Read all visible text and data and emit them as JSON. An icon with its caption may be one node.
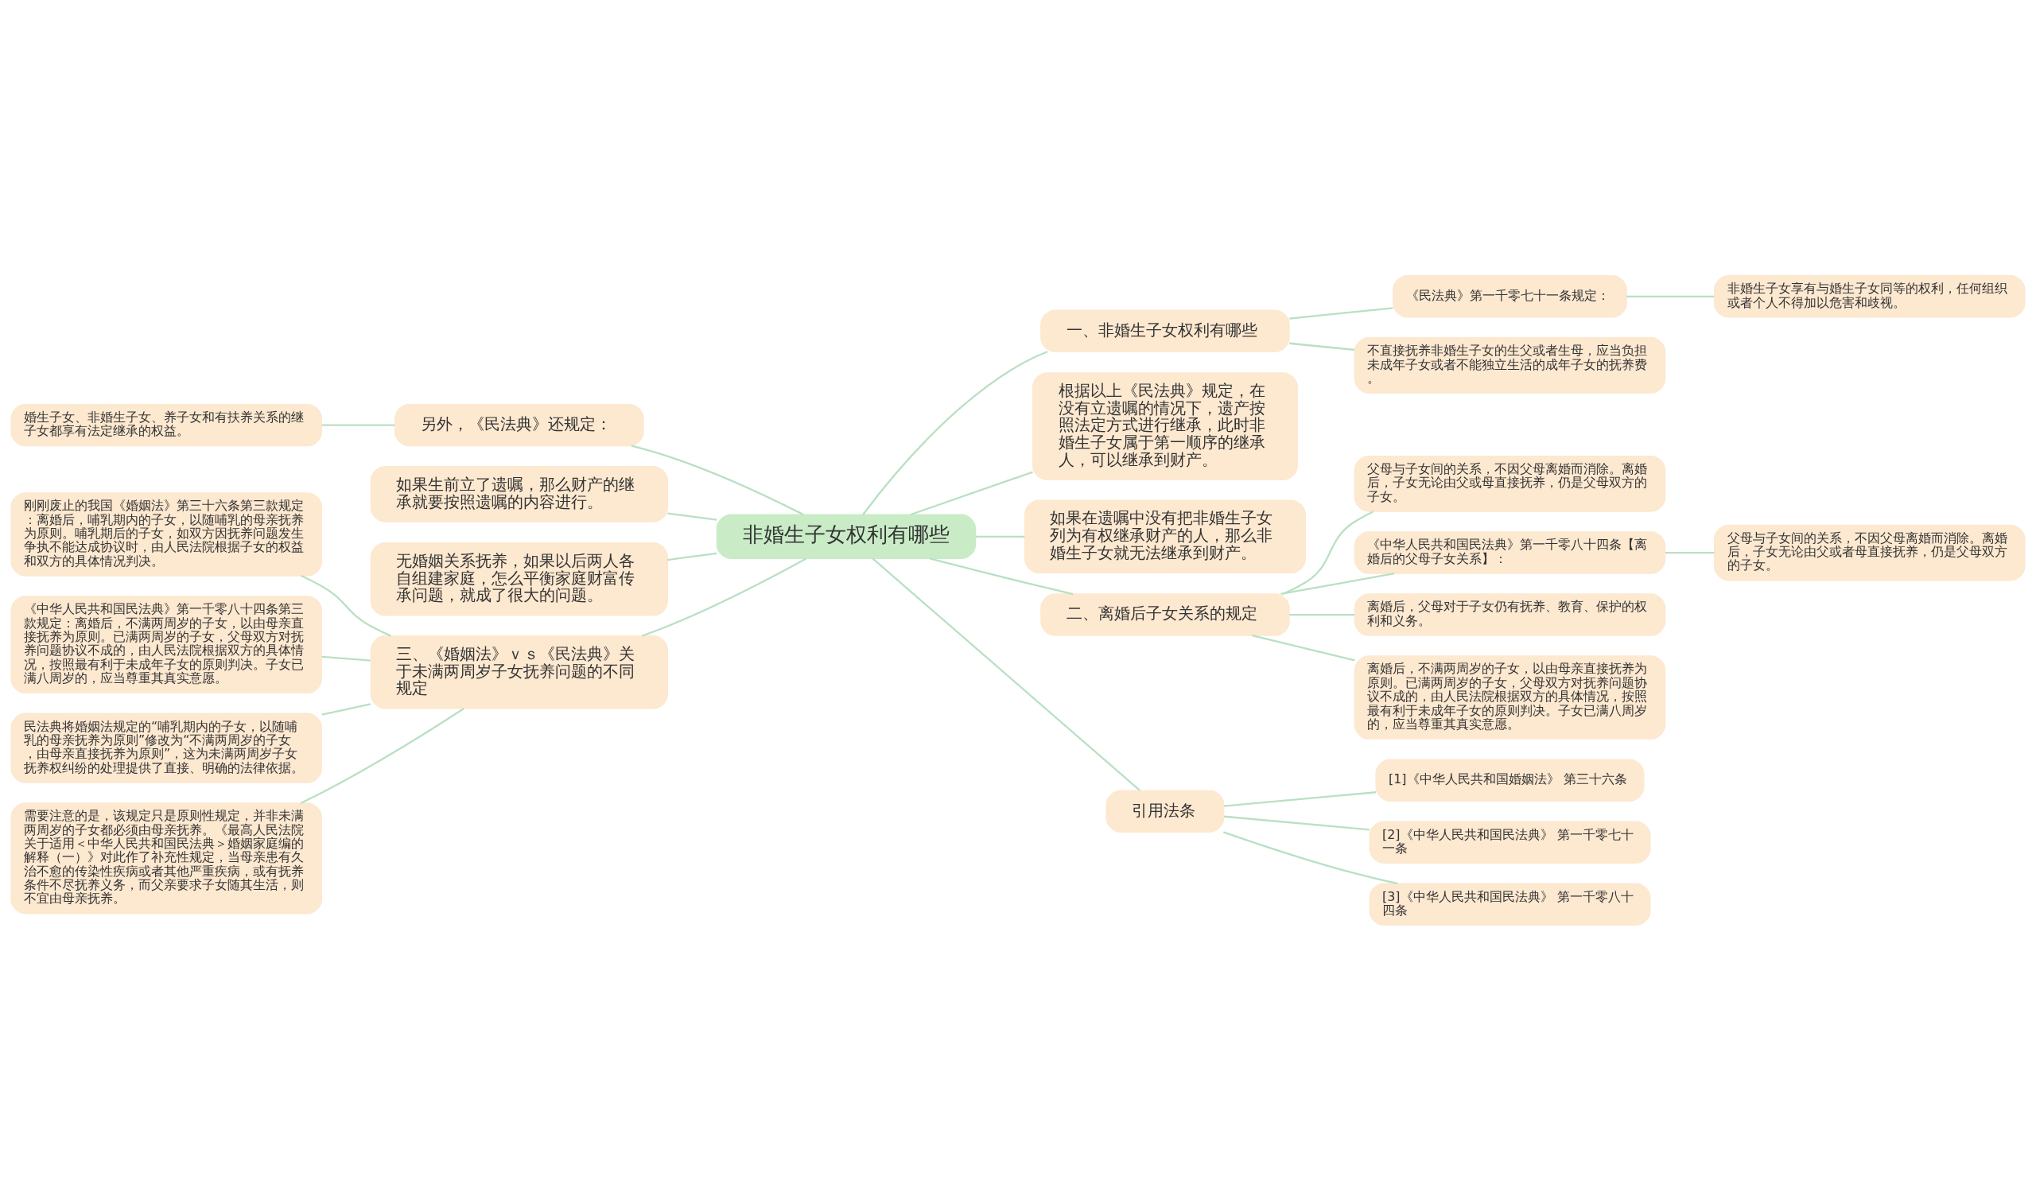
{
  "diagram": {
    "nodes": [
      {
        "text": [
          "非婚生子女权利有哪些"
        ]
      },
      {
        "text": [
          "一、非婚生子女权利有哪些"
        ]
      },
      {
        "text": [
          "《民法典》第一千零七十一条规定："
        ]
      },
      {
        "text": [
          "非婚生子女享有与婚生子女同等的权利，任何组织或者个人不得加以危害和歧视。"
        ]
      },
      {
        "text": [
          "不直接抚养非婚生子女的生父或者生母，应当负担未成年子女或者不能独立生活的成年子女的抚养费。"
        ]
      },
      {
        "text": [
          "根据以上《民法典》规定，在没有立遗嘱的情况下，遗产按照法定方式进行继承，此时非婚生子女属于第一顺序的继承人，可以继承到财产。"
        ]
      },
      {
        "text": [
          "如果在遗嘱中没有把非婚生子女列为有权继承财产的人，那么非婚生子女就无法继承到财产。"
        ]
      },
      {
        "text": [
          "二、离婚后子女关系的规定"
        ]
      },
      {
        "text": [
          "父母与子女间的关系，不因父母离婚而消除。离婚后，子女无论由父或母直接抚养，仍是父母双方的子女。"
        ]
      },
      {
        "text": [
          "《中华人民共和国民法典》第一千零八十四条【离婚后的父母子女关系】："
        ]
      },
      {
        "text": [
          "父母与子女间的关系，不因父母离婚而消除。离婚后，子女无论由父或者母直接抚养，仍是父母双方的子女。"
        ]
      },
      {
        "text": [
          "离婚后，父母对于子女仍有抚养、教育、保护的权利和义务。"
        ]
      },
      {
        "text": [
          "离婚后，不满两周岁的子女，以由母亲直接抚养为原则。已满两周岁的子女，父母双方对抚养问题协议不成的，由人民法院根据双方的具体情况，按照最有利于未成年子女的原则判决。子女已满八周岁的，应当尊重其真实意愿。"
        ]
      },
      {
        "text": [
          "引用法条"
        ]
      },
      {
        "text": [
          "[1]《中华人民共和国婚姻法》 第三十六条"
        ]
      },
      {
        "text": [
          "[2]《中华人民共和国民法典》 第一千零七十一条"
        ]
      },
      {
        "text": [
          "[3]《中华人民共和国民法典》 第一千零八十四条"
        ]
      },
      {
        "text": [
          "另外，《民法典》还规定："
        ]
      },
      {
        "text": [
          "婚生子女、非婚生子女、养子女和有扶养关系的继子女都享有法定继承的权益。"
        ]
      },
      {
        "text": [
          "如果生前立了遗嘱，那么财产的继承就要按照遗嘱的内容进行。"
        ]
      },
      {
        "text": [
          "无婚姻关系抚养，如果以后两人各自组建家庭，怎么平衡家庭财富传承问题，就成了很大的问题。"
        ]
      },
      {
        "text": [
          "三、《婚姻法》ｖｓ《民法典》关于未满两周岁子女抚养问题的不同规定"
        ]
      },
      {
        "text": [
          "刚刚废止的我国《婚姻法》第三十六条第三款规定：离婚后，哺乳期内的子女，以随哺乳的母亲抚养为原则。哺乳期后的子女，如双方因抚养问题发生争执不能达成协议时，由人民法院根据子女的权益和双方的具体情况判决。"
        ]
      },
      {
        "text": [
          "《中华人民共和国民法典》第一千零八十四条第三款规定：离婚后，不满两周岁的子女，以由母亲直接抚养为原则。已满两周岁的子女，父母双方对抚养问题协议不成的，由人民法院根据双方的具体情况，按照最有利于未成年子女的原则判决。子女已满八周岁的，应当尊重其真实意愿。"
        ]
      },
      {
        "text": [
          "民法典将婚姻法规定的“哺乳期内的子女，以随哺乳的母亲抚养为原则”修改为“不满两周岁的子女，由母亲直接抚养为原则”，这为未满两周岁子女抚养权纠纷的处理提供了直接、明确的法律依据。"
        ]
      },
      {
        "text": [
          "需要注意的是，该规定只是原则性规定，并非未满两周岁的子女都必须由母亲抚养。《最高人民法院关于适用＜中华人民共和国民法典＞婚姻家庭编的解释（一）》对此作了补充性规定，当母亲患有久治不愈的传染性疾病或者其他严重疾病，或有抚养条件不尽抚养义务，而父亲要求子女随其生活，则不宜由母亲抚养。"
        ]
      }
    ],
    "edges": [
      {
        "from": 0,
        "to": 1,
        "arrow": "none"
      },
      {
        "from": 1,
        "to": 2,
        "arrow": "none"
      },
      {
        "from": 2,
        "to": 3,
        "arrow": "none"
      },
      {
        "from": 1,
        "to": 4,
        "arrow": "none"
      },
      {
        "from": 0,
        "to": 5,
        "arrow": "none"
      },
      {
        "from": 0,
        "to": 6,
        "arrow": "none"
      },
      {
        "from": 0,
        "to": 7,
        "arrow": "none"
      },
      {
        "from": 7,
        "to": 8,
        "arrow": "none"
      },
      {
        "from": 7,
        "to": 9,
        "arrow": "none"
      },
      {
        "from": 9,
        "to": 10,
        "arrow": "none"
      },
      {
        "from": 7,
        "to": 11,
        "arrow": "none"
      },
      {
        "from": 7,
        "to": 12,
        "arrow": "none"
      },
      {
        "from": 0,
        "to": 13,
        "arrow": "none"
      },
      {
        "from": 13,
        "to": 14,
        "arrow": "none"
      },
      {
        "from": 13,
        "to": 15,
        "arrow": "none"
      },
      {
        "from": 13,
        "to": 16,
        "arrow": "none"
      },
      {
        "from": 0,
        "to": 17,
        "arrow": "none"
      },
      {
        "from": 17,
        "to": 18,
        "arrow": "none"
      },
      {
        "from": 0,
        "to": 19,
        "arrow": "none"
      },
      {
        "from": 0,
        "to": 20,
        "arrow": "none"
      },
      {
        "from": 0,
        "to": 21,
        "arrow": "none"
      },
      {
        "from": 21,
        "to": 22,
        "arrow": "none"
      },
      {
        "from": 21,
        "to": 23,
        "arrow": "none"
      },
      {
        "from": 21,
        "to": 24,
        "arrow": "none"
      },
      {
        "from": 21,
        "to": 25,
        "arrow": "none"
      }
    ]
  }
}
